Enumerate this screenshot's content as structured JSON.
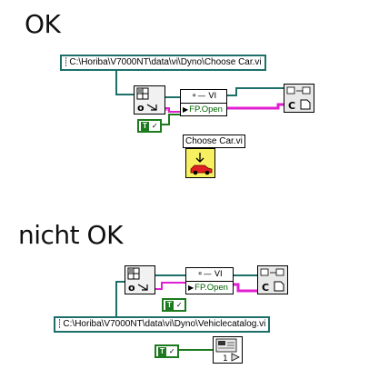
{
  "sections": {
    "ok": {
      "heading": "OK",
      "path": "C:\\Horiba\\V7000NT\\data\\vi\\Dyno\\Choose Car.vi",
      "subvi_label": "Choose Car.vi",
      "invoke_class": "VI",
      "invoke_method": "FP.Open",
      "close_label": "C"
    },
    "not_ok": {
      "heading": "nicht OK",
      "path": "C:\\Horiba\\V7000NT\\data\\vi\\Dyno\\Vehiclecatalog.vi",
      "invoke_class": "VI",
      "invoke_method": "FP.Open",
      "close_label": "C",
      "subvi_number": "1"
    }
  },
  "bool_const": {
    "label": "T"
  },
  "colors": {
    "ref_wire": "#1e6f6a",
    "error_wire": "#e020d0",
    "bool_wire": "#1e7a1e",
    "subvi_bg": "#f7f060"
  },
  "icons": [
    "open-vi-reference-icon",
    "close-reference-icon",
    "car-icon",
    "subvi-icon"
  ]
}
